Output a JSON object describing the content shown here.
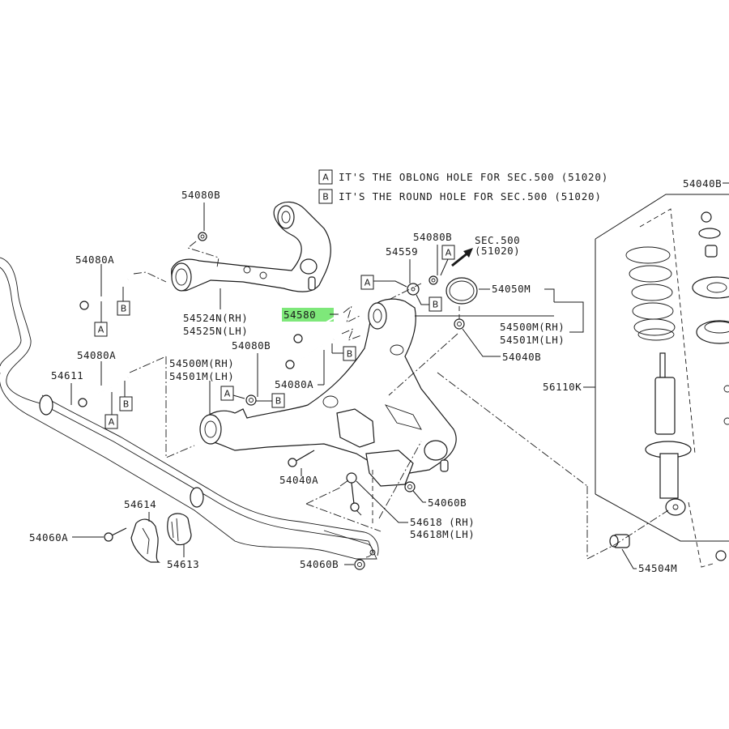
{
  "notes": [
    {
      "box": "A",
      "text": "IT'S THE OBLONG HOLE FOR SEC.500 (51020)"
    },
    {
      "box": "B",
      "text": "IT'S THE ROUND HOLE FOR SEC.500 (51020)"
    }
  ],
  "highlight_color": "#7ee87a",
  "highlighted_part": "54580",
  "callouts": {
    "upper_nut": "54080B",
    "upper_bolt": "54080A",
    "upper_arm_rh": "54524N(RH)",
    "upper_arm_lh": "54525N(LH)",
    "cam_bolt": "54580",
    "washer": "54559",
    "lower_nut_top": "54080B",
    "sec_ref_1": "SEC.500",
    "sec_ref_2": "(51020)",
    "ring": "54050M",
    "lower_arm_rh_right": "54500M(RH)",
    "lower_arm_lh_right": "54501M(LH)",
    "lower_nut_right": "54040B",
    "lower_bolt_mid": "54080A",
    "lower_bolt_left": "54080A",
    "stab_bar": "54611",
    "lower_arm_rh_left": "54500M(RH)",
    "lower_arm_lh_left": "54501M(LH)",
    "lower_nut_left": "54080B",
    "balljoint_bolt": "54040A",
    "link_nut": "54060B",
    "link_rh": "54618 (RH)",
    "link_lh": "54618M(LH)",
    "clamp": "54614",
    "clamp_bolt": "54060A",
    "bushing": "54613",
    "bar_nut": "54060B",
    "strut_nut": "54040B",
    "shock": "56110K",
    "shock_bushing": "54504M"
  },
  "boxes": {
    "a": "A",
    "b": "B"
  }
}
